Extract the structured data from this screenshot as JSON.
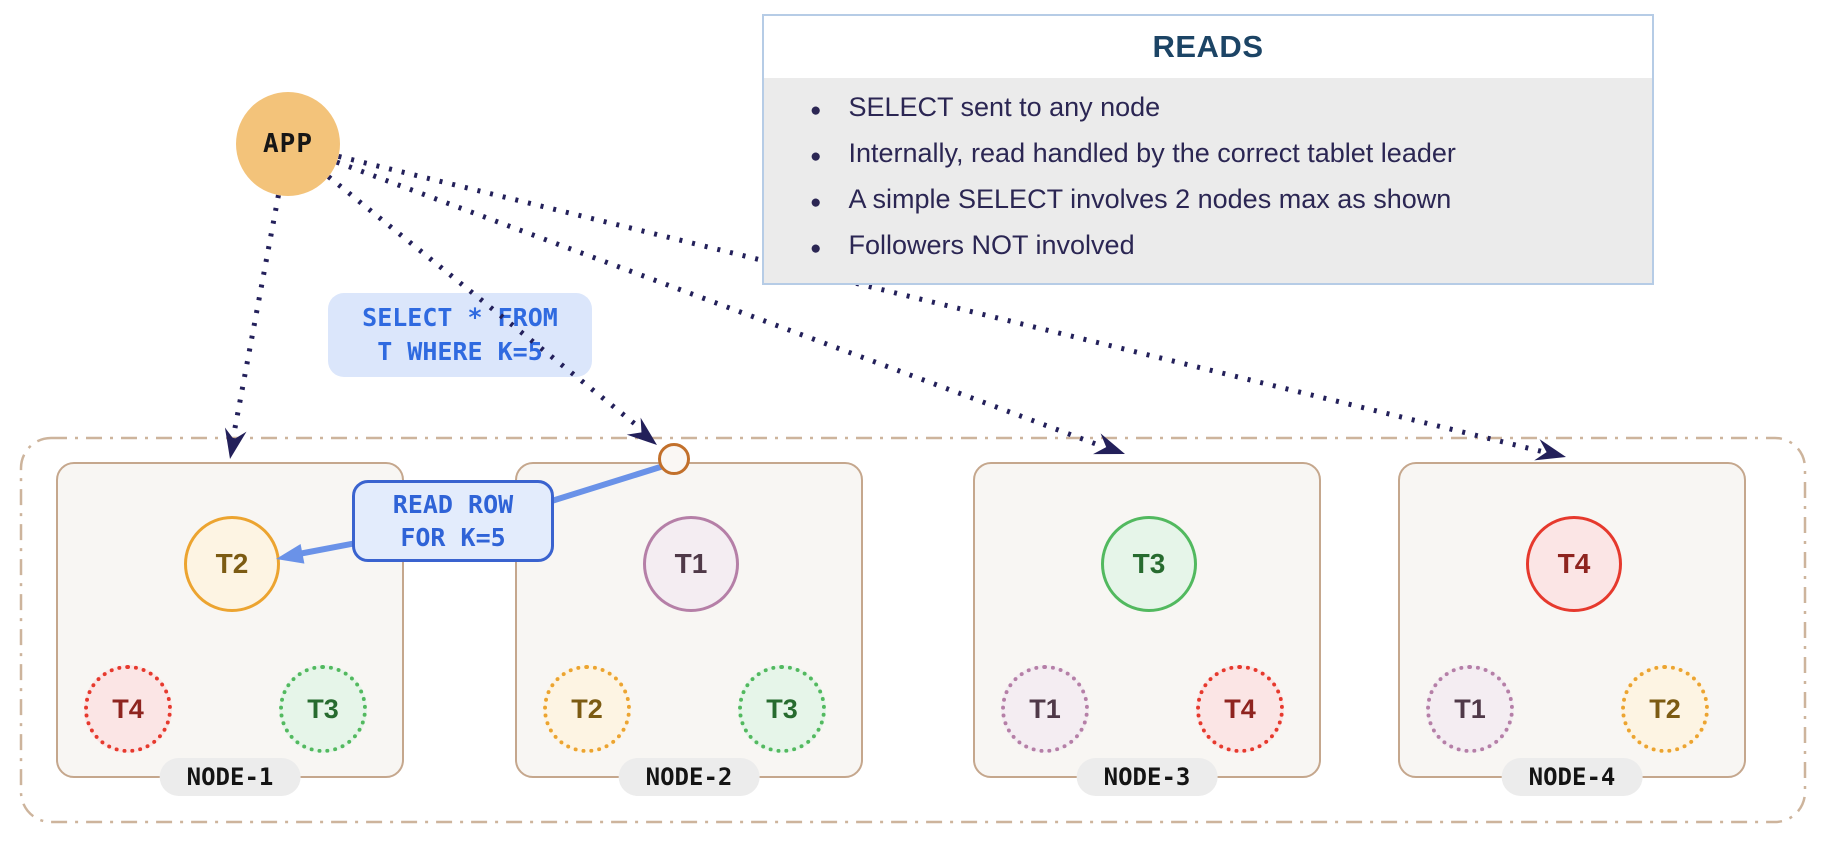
{
  "app_node": {
    "label": "APP"
  },
  "reads_panel": {
    "title": "READS",
    "bullets": [
      "SELECT sent to any node",
      "Internally, read handled by the correct tablet leader",
      "A simple SELECT involves 2 nodes max as shown",
      "Followers NOT involved"
    ],
    "bullet_glyph": "●"
  },
  "labels": {
    "select_query_line1": "SELECT * FROM",
    "select_query_line2": "T WHERE K=5",
    "read_row_line1": "READ ROW",
    "read_row_line2": "FOR K=5"
  },
  "nodes": [
    {
      "label": "NODE-1",
      "tablets": [
        {
          "id": "T2",
          "role": "leader",
          "color": "#eca430"
        },
        {
          "id": "T4",
          "role": "follower",
          "color": "#e6392d"
        },
        {
          "id": "T3",
          "role": "follower",
          "color": "#52b95f"
        }
      ]
    },
    {
      "label": "NODE-2",
      "tablets": [
        {
          "id": "T1",
          "role": "leader",
          "color": "#b57fa7"
        },
        {
          "id": "T2",
          "role": "follower",
          "color": "#eca430"
        },
        {
          "id": "T3",
          "role": "follower",
          "color": "#52b95f"
        }
      ]
    },
    {
      "label": "NODE-3",
      "tablets": [
        {
          "id": "T3",
          "role": "leader",
          "color": "#52b95f"
        },
        {
          "id": "T1",
          "role": "follower",
          "color": "#b57fa7"
        },
        {
          "id": "T4",
          "role": "follower",
          "color": "#e6392d"
        }
      ]
    },
    {
      "label": "NODE-4",
      "tablets": [
        {
          "id": "T4",
          "role": "leader",
          "color": "#e6392d"
        },
        {
          "id": "T1",
          "role": "follower",
          "color": "#b57fa7"
        },
        {
          "id": "T2",
          "role": "follower",
          "color": "#eca430"
        }
      ]
    }
  ],
  "colors": {
    "app_fill": "#f3c37a",
    "dotted_arrow": "#23205a",
    "blue_arrow": "#6a92e8",
    "sql_label_bg": "#dbe6fb",
    "sql_label_text": "#2f6ae0",
    "reads_border": "#b6cce6",
    "reads_body_bg": "#ebebeb",
    "reads_title_text": "#1c4465",
    "reads_bullet_text": "#2b2653",
    "node_border": "#c5a78d",
    "node_fill": "#f8f6f3",
    "outer_dash_border": "#cdb49c",
    "node_pill_bg": "#ececec",
    "hop_circle_border": "#c2702b"
  }
}
